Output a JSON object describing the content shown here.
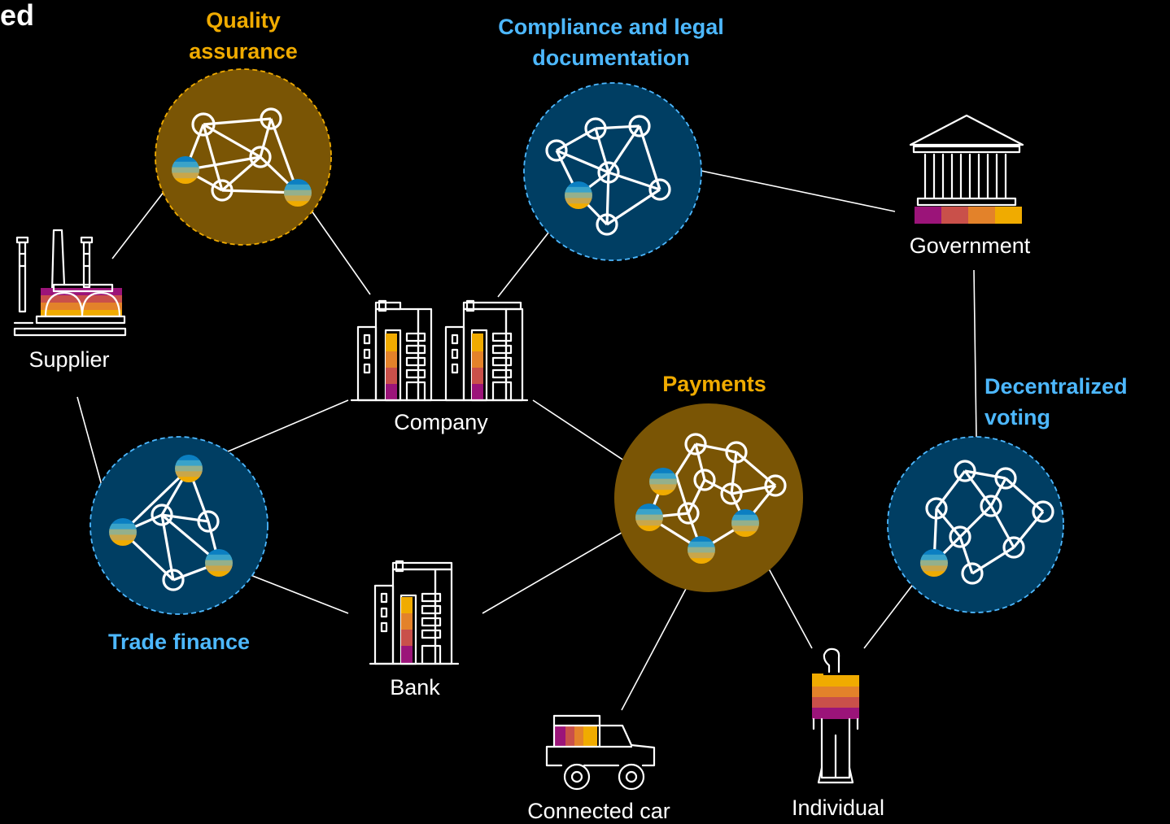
{
  "title_fragment": "ed",
  "colors": {
    "gold": "#f0ab00",
    "blue": "#4db8ff",
    "gold_fill": "#7a5505",
    "blue_fill": "#003e63",
    "stripes": [
      "#9b1479",
      "#c9504a",
      "#e3822a",
      "#f0ab00"
    ],
    "token": [
      "#0b7fc2",
      "#3aa3c9",
      "#94b08c",
      "#c9a64a",
      "#f0ab00"
    ]
  },
  "categories": {
    "quality_assurance": {
      "line1": "Quality",
      "line2": "assurance"
    },
    "compliance": {
      "line1": "Compliance and legal",
      "line2": "documentation"
    },
    "payments": {
      "line1": "Payments"
    },
    "decentralized_voting": {
      "line1": "Decentralized",
      "line2": "voting"
    },
    "trade_finance": {
      "line1": "Trade finance"
    }
  },
  "participants": {
    "supplier": "Supplier",
    "company": "Company",
    "government": "Government",
    "bank": "Bank",
    "connected_car": "Connected car",
    "individual": "Individual"
  },
  "icons": {
    "supplier": "factory-icon",
    "company": "office-buildings-icon",
    "government": "government-building-icon",
    "bank": "bank-building-icon",
    "connected_car": "car-icon",
    "individual": "person-icon",
    "network": "blockchain-network-icon",
    "token": "token-icon"
  }
}
